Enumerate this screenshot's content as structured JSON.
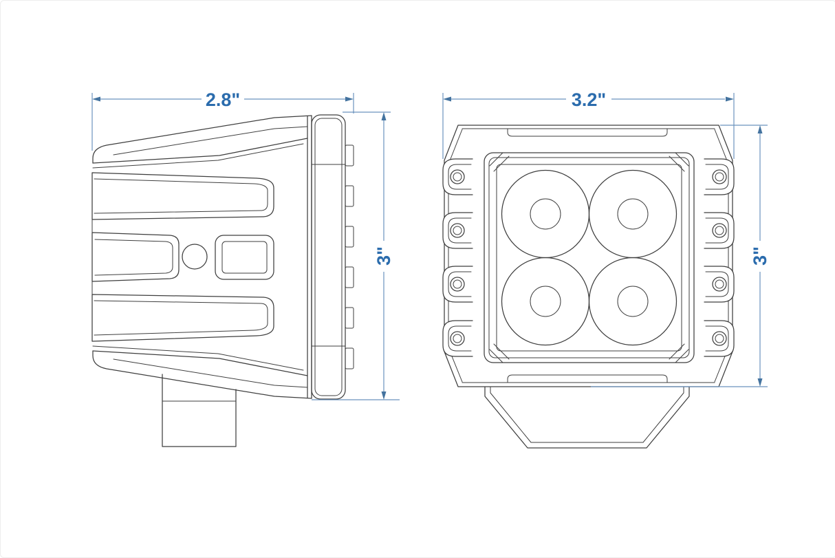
{
  "colors": {
    "background": "#ffffff",
    "part_line": "#3e3e3e",
    "dimension_line": "#6a92bd",
    "dimension_arrow": "#44739f",
    "dimension_text": "#2b6cad"
  },
  "dimensions": {
    "side_view_width": "2.8\"",
    "side_view_height": "3\"",
    "front_view_width": "3.2\"",
    "front_view_height": "3\""
  }
}
